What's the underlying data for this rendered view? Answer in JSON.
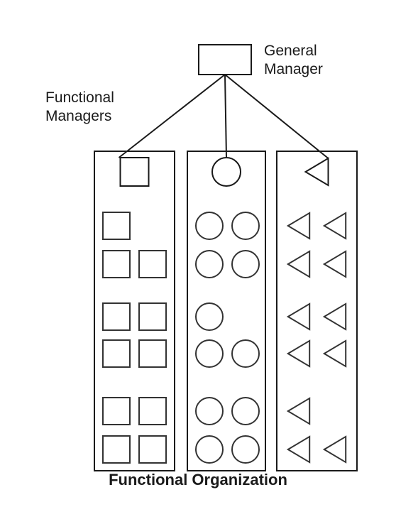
{
  "general_manager_label": [
    "General",
    "Manager"
  ],
  "functional_managers_label": [
    "Functional",
    "Managers"
  ],
  "caption": "Functional Organization",
  "colors": {
    "stroke": "#1a1a1a",
    "member_stroke": "#333333",
    "background": "#ffffff"
  },
  "departments": [
    {
      "shape": "square",
      "manager": "square",
      "member_rows": [
        [
          1,
          0
        ],
        [
          1,
          1
        ],
        [
          1,
          1
        ],
        [
          1,
          1
        ],
        [
          1,
          1
        ],
        [
          1,
          1
        ]
      ]
    },
    {
      "shape": "circle",
      "manager": "circle",
      "member_rows": [
        [
          1,
          1
        ],
        [
          1,
          1
        ],
        [
          1,
          0
        ],
        [
          1,
          1
        ],
        [
          1,
          1
        ],
        [
          1,
          1
        ]
      ]
    },
    {
      "shape": "triangle",
      "manager": "triangle",
      "member_rows": [
        [
          1,
          1
        ],
        [
          1,
          1
        ],
        [
          1,
          1
        ],
        [
          1,
          1
        ],
        [
          1,
          0
        ],
        [
          1,
          1
        ]
      ]
    }
  ]
}
